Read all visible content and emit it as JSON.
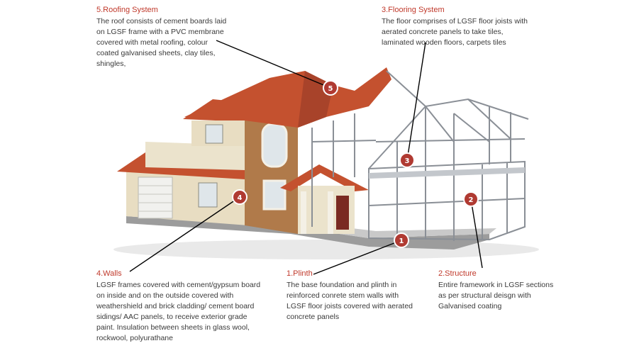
{
  "callouts": {
    "roofing": {
      "title": "5.Roofing System",
      "body": "The roof consists of  cement boards laid on LGSF frame with a PVC membrane covered with metal roofing, colour coated galvanised sheets, clay tiles, shingles,"
    },
    "flooring": {
      "title": "3.Flooring System",
      "body": "The floor comprises of LGSF floor joists with aerated concrete panels to take tiles, laminated wooden floors, carpets tiles"
    },
    "walls": {
      "title": "4.Walls",
      "body": "LGSF frames covered with cement/gypsum board on inside and on the outside covered with weathershield and brick cladding/ cement board sidings/ AAC panels, to receive exterior grade paint. Insulation between sheets in glass wool, rockwool, polyurathane"
    },
    "plinth": {
      "title": "1.Plinth",
      "body": "The base foundation and plinth in reinforced conrete stem walls with LGSF floor joists covered with aerated concrete panels"
    },
    "structure": {
      "title": "2.Structure",
      "body": "Entire framework in LGSF sections as per structural deisgn with Galvanised coating"
    }
  },
  "markers": [
    "1",
    "2",
    "3",
    "4",
    "5"
  ],
  "colors": {
    "marker": "#b03a32",
    "title": "#c0392b",
    "roof": "#c4512f",
    "brick": "#b07a4a",
    "wall": "#e7dcc0",
    "steel": "#8a8f96"
  }
}
